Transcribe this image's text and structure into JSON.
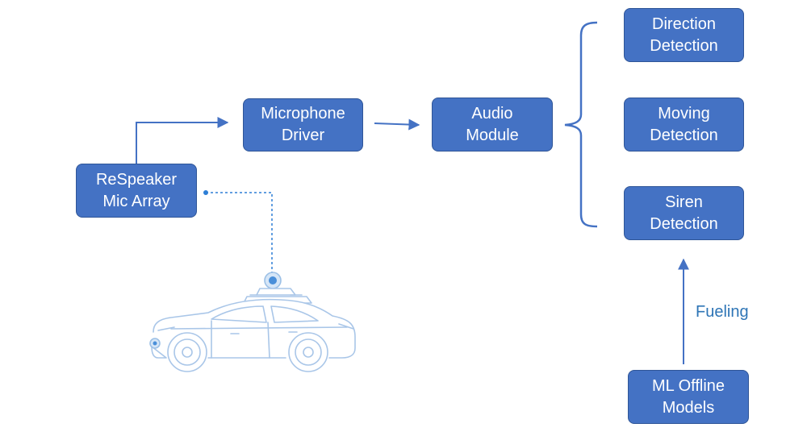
{
  "nodes": {
    "respeaker": "ReSpeaker\nMic Array",
    "mic_driver": "Microphone\nDriver",
    "audio_module": "Audio\nModule",
    "direction": "Direction\nDetection",
    "moving": "Moving\nDetection",
    "siren": "Siren\nDetection",
    "ml_models": "ML Offline\nModels"
  },
  "edge_labels": {
    "fueling": "Fueling"
  },
  "colors": {
    "box_fill": "#4472c4",
    "box_border": "#2f5597",
    "line": "#4472c4",
    "car_line": "#a9c6e8",
    "dotted": "#2e7fd6",
    "label_text": "#2e75b6"
  },
  "icons": {
    "vehicle": "car-with-roof-sensor-icon"
  }
}
